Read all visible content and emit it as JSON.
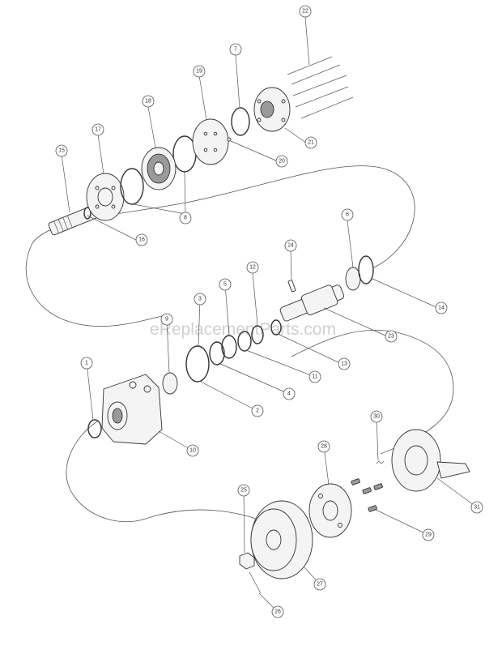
{
  "diagram": {
    "watermark": "eReplacementParts.com",
    "callouts": [
      {
        "id": "c1",
        "label": "1"
      },
      {
        "id": "c2",
        "label": "2"
      },
      {
        "id": "c3",
        "label": "3"
      },
      {
        "id": "c4",
        "label": "4"
      },
      {
        "id": "c5",
        "label": "5"
      },
      {
        "id": "c6",
        "label": "6"
      },
      {
        "id": "c7",
        "label": "7"
      },
      {
        "id": "c8",
        "label": "8"
      },
      {
        "id": "c9",
        "label": "9"
      },
      {
        "id": "c10",
        "label": "10"
      },
      {
        "id": "c11",
        "label": "11"
      },
      {
        "id": "c12",
        "label": "12"
      },
      {
        "id": "c13",
        "label": "13"
      },
      {
        "id": "c14",
        "label": "14"
      },
      {
        "id": "c15",
        "label": "15"
      },
      {
        "id": "c16",
        "label": "16"
      },
      {
        "id": "c17",
        "label": "17"
      },
      {
        "id": "c18",
        "label": "18"
      },
      {
        "id": "c19",
        "label": "19"
      },
      {
        "id": "c20",
        "label": "20"
      },
      {
        "id": "c21",
        "label": "21"
      },
      {
        "id": "c22",
        "label": "22"
      },
      {
        "id": "c23",
        "label": "23"
      },
      {
        "id": "c24",
        "label": "24"
      },
      {
        "id": "c25",
        "label": "25"
      },
      {
        "id": "c26",
        "label": "26"
      },
      {
        "id": "c27",
        "label": "27"
      },
      {
        "id": "c28",
        "label": "28"
      },
      {
        "id": "c29",
        "label": "29"
      },
      {
        "id": "c30",
        "label": "30"
      },
      {
        "id": "c31",
        "label": "31"
      }
    ]
  }
}
